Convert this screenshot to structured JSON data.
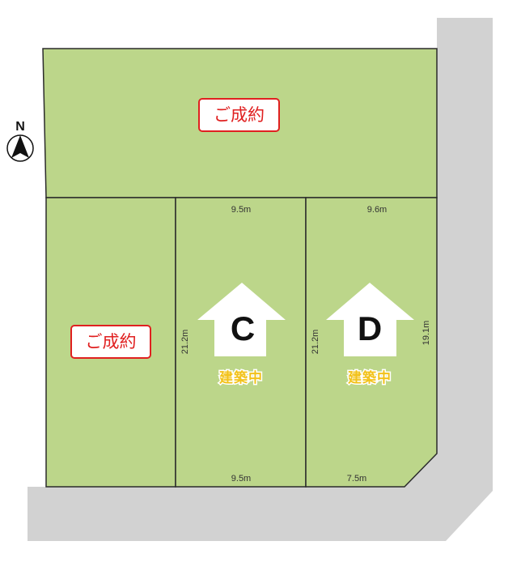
{
  "colors": {
    "road": "#d2d2d2",
    "lot": "#bcd68a",
    "lot_border": "#2b2b2b",
    "sold_text": "#e02020",
    "sold_border": "#e02020",
    "building_text": "#f2c21a"
  },
  "compass": {
    "label": "N",
    "icon": "north-arrow-icon"
  },
  "lots": {
    "top_left_sold": {
      "status": "ご成約"
    },
    "left_sold": {
      "status": "ご成約"
    },
    "lot_c": {
      "name": "C",
      "status": "建築中",
      "top_width": "9.5m",
      "bottom_width": "9.5m",
      "side_depth": "21.2m",
      "icon": "house-icon"
    },
    "lot_d": {
      "name": "D",
      "status": "建築中",
      "top_width": "9.6m",
      "bottom_width": "7.5m",
      "left_depth": "21.2m",
      "right_depth": "19.1m",
      "icon": "house-icon"
    }
  }
}
